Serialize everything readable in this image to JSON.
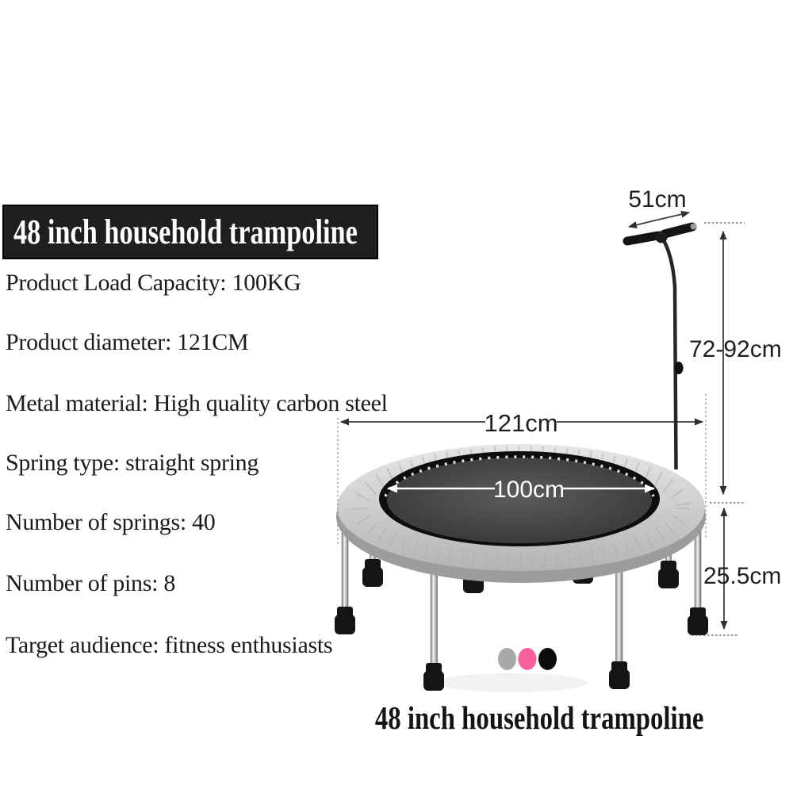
{
  "title_banner": {
    "text": "48 inch household trampoline"
  },
  "specs": [
    "Product Load Capacity: 100KG",
    "Product diameter: 121CM",
    "Metal material: High quality carbon steel",
    "Spring type: straight spring",
    "Number of springs: 40",
    "Number of pins: 8",
    "Target audience: fitness enthusiasts"
  ],
  "dimensions": {
    "handle_width": "51cm",
    "handle_height": "72-92cm",
    "outer_diameter": "121cm",
    "mat_diameter": "100cm",
    "leg_height": "25.5cm"
  },
  "color_swatches": [
    {
      "name": "gray",
      "hex": "#a9a9a9"
    },
    {
      "name": "pink",
      "hex": "#fa5f9e"
    },
    {
      "name": "black",
      "hex": "#0b0b0b"
    }
  ],
  "caption": {
    "text": "48 inch household trampoline"
  }
}
